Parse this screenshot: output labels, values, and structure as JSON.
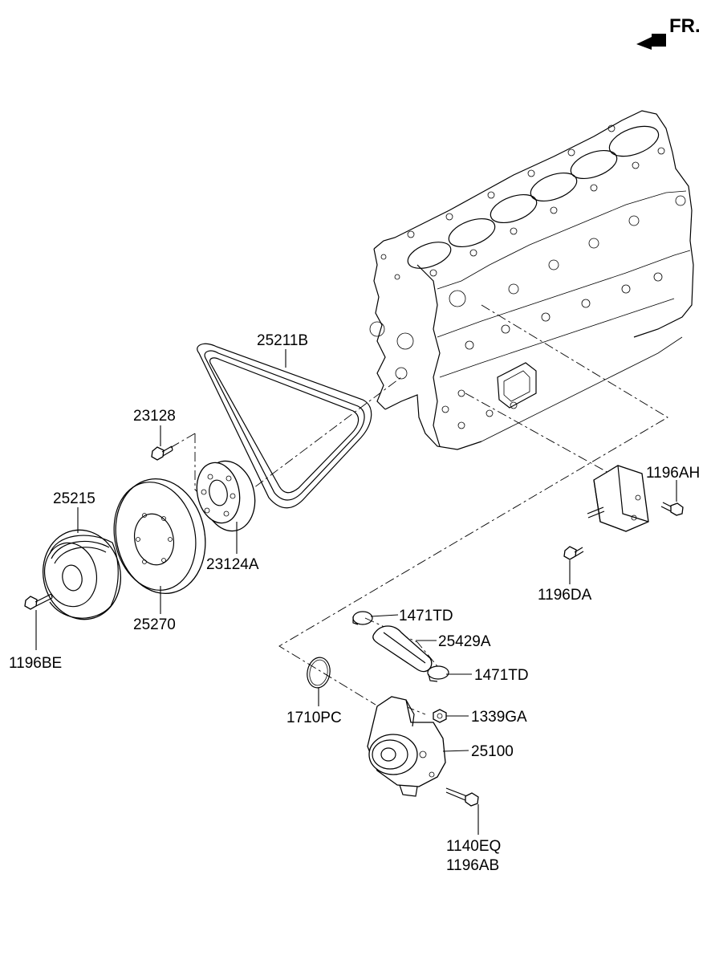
{
  "orientation": {
    "label": "FR."
  },
  "labels": [
    {
      "id": "p25211b",
      "text": "25211B"
    },
    {
      "id": "p23128",
      "text": "23128"
    },
    {
      "id": "p25215",
      "text": "25215"
    },
    {
      "id": "p23124a",
      "text": "23124A"
    },
    {
      "id": "p25270",
      "text": "25270"
    },
    {
      "id": "p1196be",
      "text": "1196BE"
    },
    {
      "id": "p1196ah",
      "text": "1196AH"
    },
    {
      "id": "p1196da",
      "text": "1196DA"
    },
    {
      "id": "p1471td_a",
      "text": "1471TD"
    },
    {
      "id": "p25429a",
      "text": "25429A"
    },
    {
      "id": "p1471td_b",
      "text": "1471TD"
    },
    {
      "id": "p1710pc",
      "text": "1710PC"
    },
    {
      "id": "p1339ga",
      "text": "1339GA"
    },
    {
      "id": "p25100",
      "text": "25100"
    },
    {
      "id": "p1140eq",
      "text": "1140EQ"
    },
    {
      "id": "p1196ab",
      "text": "1196AB"
    }
  ]
}
